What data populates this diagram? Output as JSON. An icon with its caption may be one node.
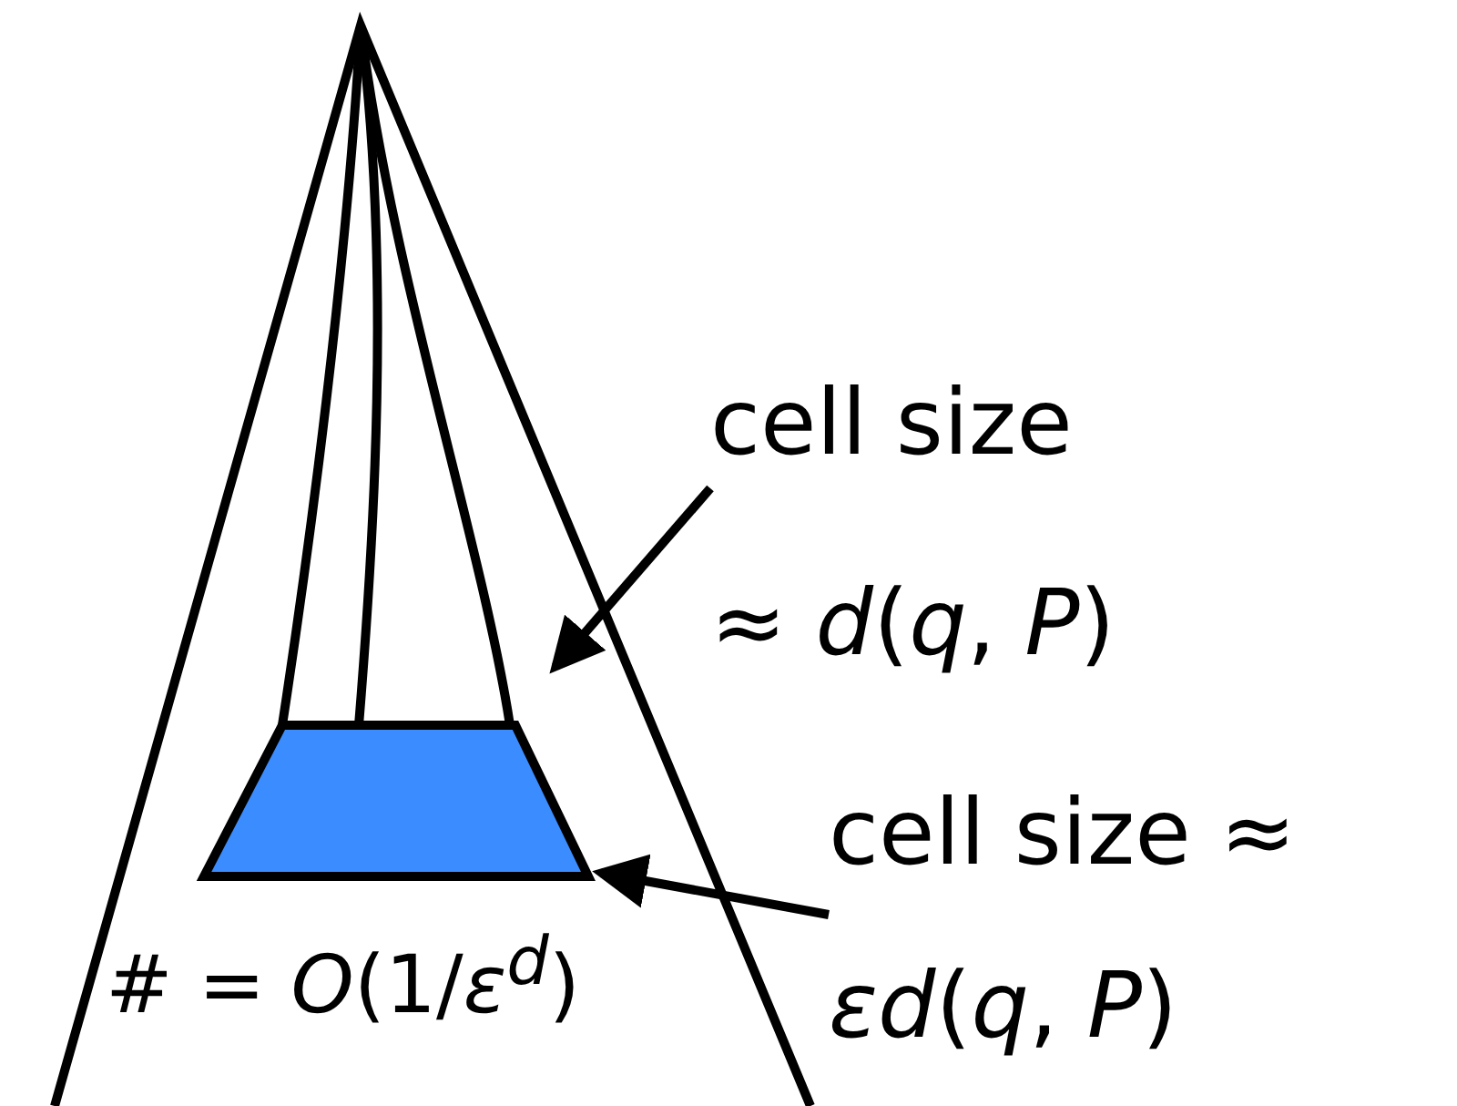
{
  "diagram": {
    "nodes": [
      {
        "text": [
          "cell size ≈ *d*(*q*, *P*)"
        ]
      },
      {
        "text": [
          "cell size ≈ *εd*(*q*, *P*)"
        ]
      },
      {
        "text": [],
        "shape": "trapezoid",
        "beside": [
          "# = *O*(1/*ε*$^{d}$)"
        ]
      }
    ],
    "edges": [
      {
        "from": 0,
        "to": null,
        "arrow": "to"
      },
      {
        "from": 1,
        "to": 2,
        "arrow": "to"
      }
    ]
  }
}
